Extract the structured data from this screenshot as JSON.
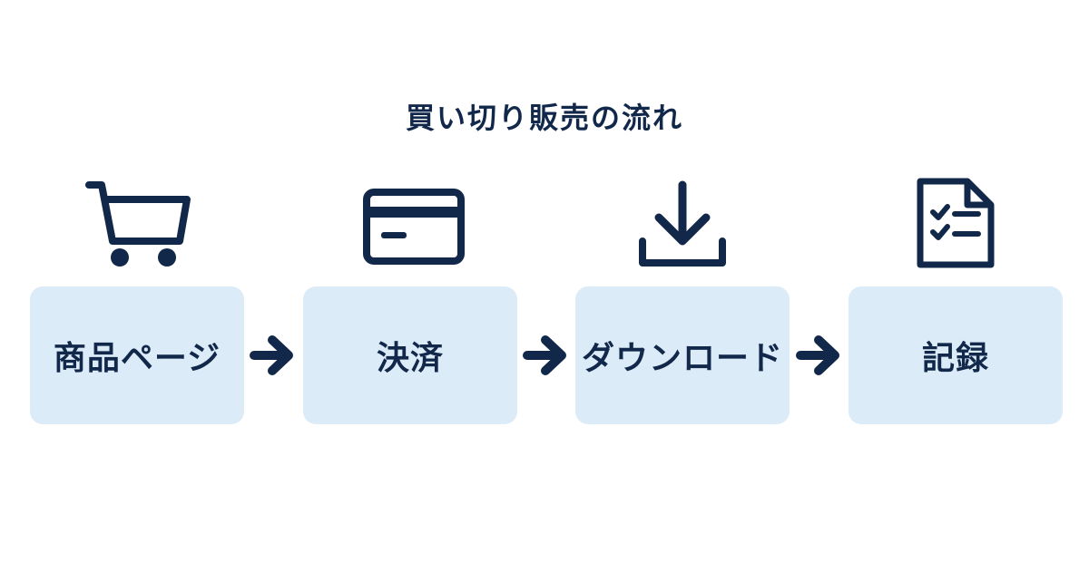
{
  "title": "買い切り販売の流れ",
  "steps": [
    {
      "label": "商品ページ",
      "icon": "shopping-cart-icon"
    },
    {
      "label": "決済",
      "icon": "credit-card-icon"
    },
    {
      "label": "ダウンロード",
      "icon": "download-icon"
    },
    {
      "label": "記録",
      "icon": "checklist-document-icon"
    }
  ],
  "colors": {
    "primary": "#12284a",
    "box_background": "#dcebf8",
    "background": "#ffffff"
  }
}
